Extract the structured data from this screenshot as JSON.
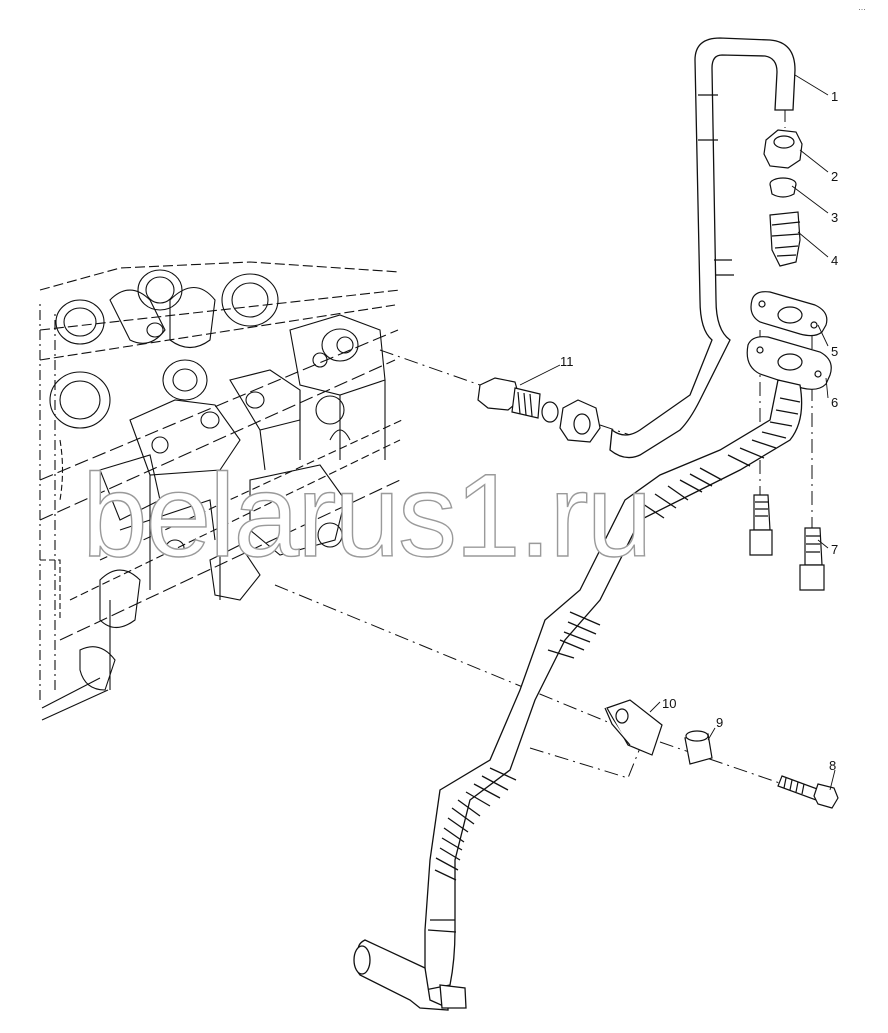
{
  "watermark": "belarus1.ru",
  "corner_mark": "…",
  "parts": [
    {
      "id": "part-1",
      "label": "1"
    },
    {
      "id": "part-2",
      "label": "2"
    },
    {
      "id": "part-3",
      "label": "3"
    },
    {
      "id": "part-4",
      "label": "4"
    },
    {
      "id": "part-5",
      "label": "5"
    },
    {
      "id": "part-6",
      "label": "6"
    },
    {
      "id": "part-7",
      "label": "7"
    },
    {
      "id": "part-8",
      "label": "8"
    },
    {
      "id": "part-9",
      "label": "9"
    },
    {
      "id": "part-10",
      "label": "10"
    },
    {
      "id": "part-11",
      "label": "11"
    }
  ],
  "colors": {
    "line": "#111111",
    "background": "#ffffff",
    "watermark_outline": "#9a9a9a"
  }
}
